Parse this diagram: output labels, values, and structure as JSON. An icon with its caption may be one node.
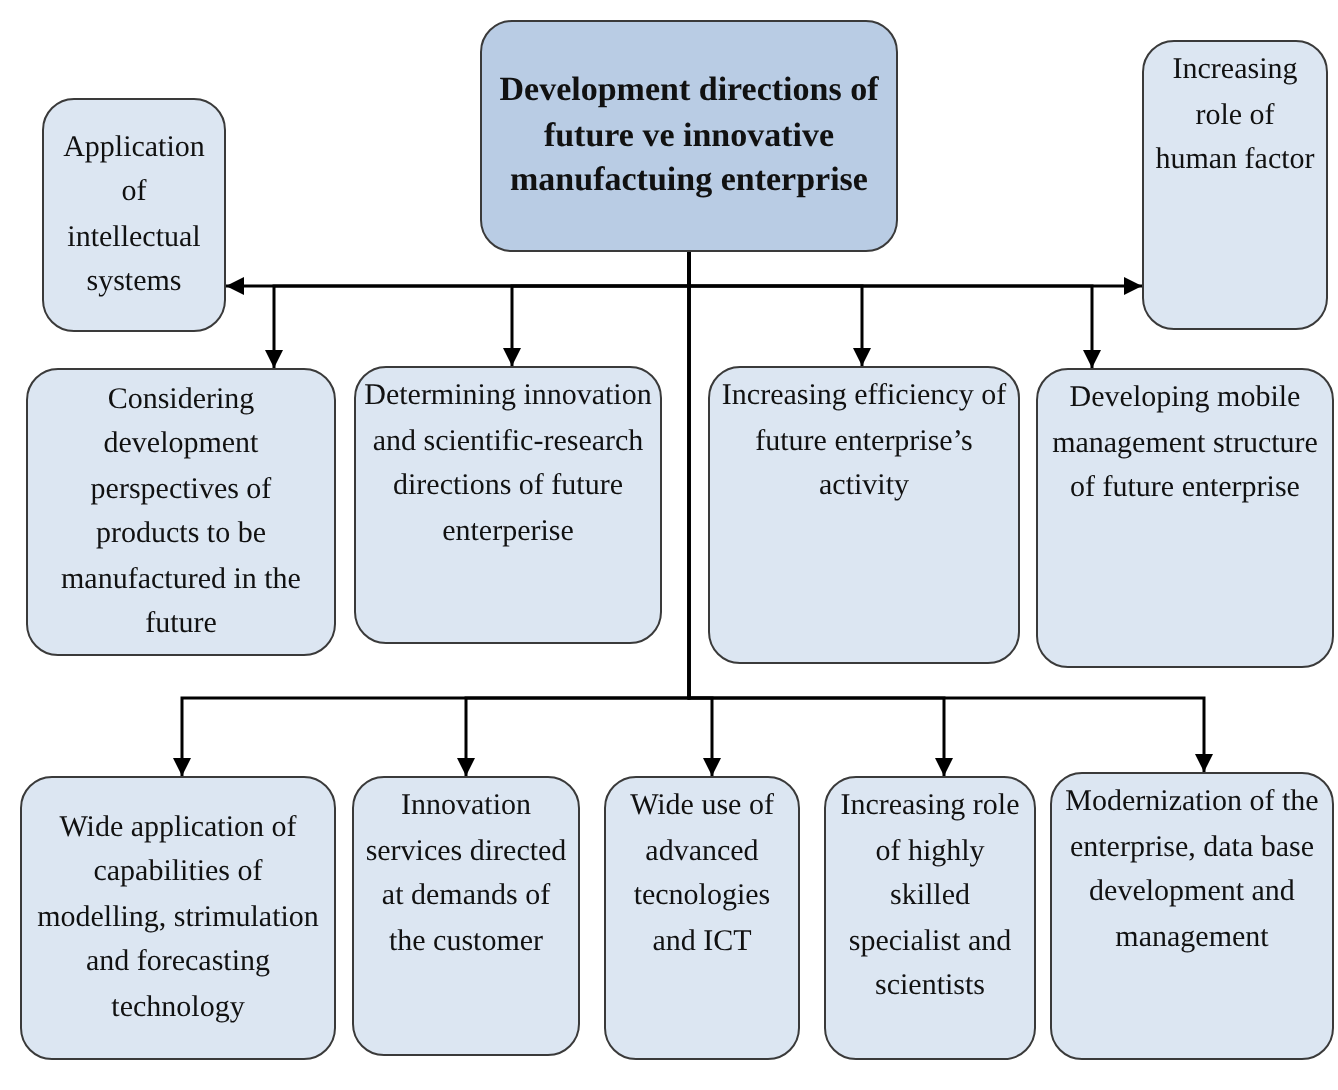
{
  "diagram": {
    "nodes": [
      {
        "text": [
          "Development directions of future ve innovative manufactuing enterprise"
        ]
      },
      {
        "text": [
          "Application of intellectual systems"
        ]
      },
      {
        "text": [
          "Increasing role of human factor"
        ]
      },
      {
        "text": [
          "Considering development perspectives of products to be manufactured in the future"
        ]
      },
      {
        "text": [
          "Determining innovation and scientific-research directions of future enterperise"
        ]
      },
      {
        "text": [
          "Increasing efficiency of future enterprise’s activity"
        ]
      },
      {
        "text": [
          "Developing mobile management structure of future enterprise"
        ]
      },
      {
        "text": [
          "Wide application of capabilities of modelling, strimulation and forecasting technology"
        ]
      },
      {
        "text": [
          "Innovation services directed at demands of the customer"
        ]
      },
      {
        "text": [
          "Wide use of advanced tecnologies and ICT"
        ]
      },
      {
        "text": [
          "Increasing role of highly skilled specialist and scientists"
        ]
      },
      {
        "text": [
          "Modernization of the enterprise, data base development and management"
        ]
      }
    ],
    "edges": [
      {
        "from": 0,
        "to": 1,
        "arrow": "to"
      },
      {
        "from": 0,
        "to": 2,
        "arrow": "to"
      },
      {
        "from": 0,
        "to": 3,
        "arrow": "to"
      },
      {
        "from": 0,
        "to": 4,
        "arrow": "to"
      },
      {
        "from": 0,
        "to": 5,
        "arrow": "to"
      },
      {
        "from": 0,
        "to": 6,
        "arrow": "to"
      },
      {
        "from": 0,
        "to": 7,
        "arrow": "to"
      },
      {
        "from": 0,
        "to": 8,
        "arrow": "to"
      },
      {
        "from": 0,
        "to": 9,
        "arrow": "to"
      },
      {
        "from": 0,
        "to": 10,
        "arrow": "to"
      },
      {
        "from": 0,
        "to": 11,
        "arrow": "to"
      }
    ]
  }
}
